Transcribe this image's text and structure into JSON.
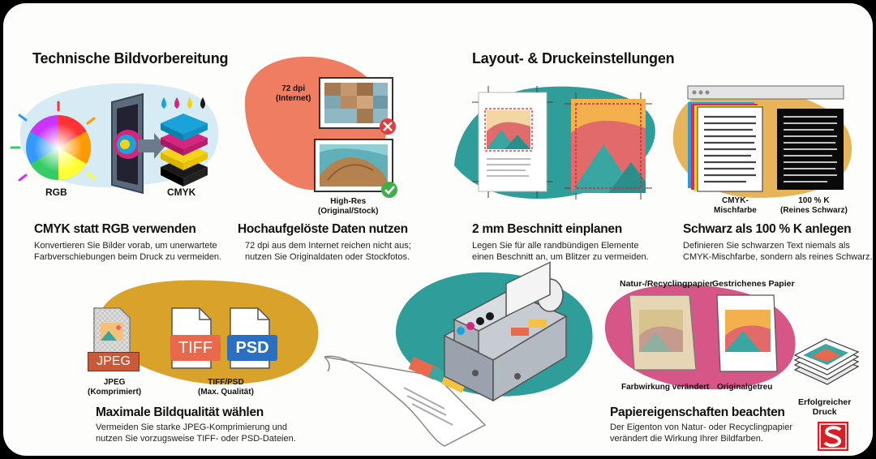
{
  "sections": {
    "technical": "Technische Bildvorbereitung",
    "layout": "Layout- & Druckeinstellungen"
  },
  "cmyk": {
    "title": "CMYK statt RGB verwenden",
    "text_line1": "Konvertieren Sie Bilder vorab, um unerwartete",
    "text_line2": "Farbverschiebungen beim Druck zu vermeiden.",
    "label_rgb": "RGB",
    "label_cmyk": "CMYK",
    "colors": {
      "cyan": "#1aa3d9",
      "magenta": "#d6257f",
      "yellow": "#f5d31c",
      "black": "#1a1a1a"
    }
  },
  "resolution": {
    "title": "Hochaufgelöste Daten nutzen",
    "text_line1": "72 dpi aus dem Internet reichen nicht aus;",
    "text_line2": "nutzen Sie Originaldaten oder Stockfotos.",
    "label_low_line1": "72 dpi",
    "label_low_line2": "(Internet)",
    "label_high_line1": "High-Res",
    "label_high_line2": "(Original/Stock)"
  },
  "bleed": {
    "title": "2 mm Beschnitt einplanen",
    "text_line1": "Legen Sie für alle randbündigen Elemente",
    "text_line2": "einen Beschnitt an, um Blitzer zu vermeiden."
  },
  "black": {
    "title": "Schwarz als 100 % K anlegen",
    "text_line1": "Definieren Sie schwarzen Text niemals als",
    "text_line2": "CMYK-Mischfarbe, sondern als reines Schwarz.",
    "label_mix_line1": "CMYK-",
    "label_mix_line2": "Mischfarbe",
    "label_k_line1": "100 % K",
    "label_k_line2": "(Reines Schwarz)"
  },
  "quality": {
    "title": "Maximale Bildqualität wählen",
    "text_line1": "Vermeiden Sie starke JPEG-Komprimierung und",
    "text_line2": "nutzen Sie vorzugsweise TIFF- oder PSD-Dateien.",
    "badge_jpeg": "JPEG",
    "badge_tiff": "TIFF",
    "badge_psd": "PSD",
    "label_jpeg_line1": "JPEG",
    "label_jpeg_line2": "(Komprimiert)",
    "label_tiff_line1": "TIFF/PSD",
    "label_tiff_line2": "(Max. Qualität)"
  },
  "paper": {
    "title": "Papiereigenschaften beachten",
    "text_line1": "Der Eigenton von Natur- oder Recyclingpapier",
    "text_line2": "verändert die Wirkung Ihrer Bildfarben.",
    "label_natural": "Natur-/Recyclingpapier",
    "label_coated": "Gestrichenes Papier",
    "label_changed": "Farbwirkung verändert",
    "label_true": "Originalgetreu"
  },
  "success": {
    "label_line1": "Erfolgreicher",
    "label_line2": "Druck"
  }
}
